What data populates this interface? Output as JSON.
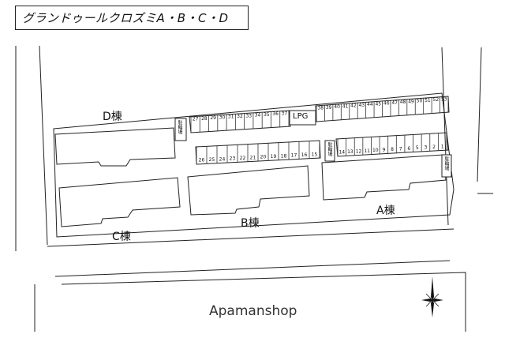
{
  "title": "グランドゥールクロズミA・B・C・D",
  "buildings": {
    "d": "D棟",
    "c": "C棟",
    "b": "B棟",
    "a": "A棟"
  },
  "lpg_label": "LPG",
  "bicycle_parking_label": "駐輪場",
  "parking": {
    "row_top_left": [
      "27",
      "28",
      "29",
      "30",
      "31",
      "32",
      "33",
      "34",
      "35",
      "36",
      "37"
    ],
    "row_top_right": [
      "38",
      "39",
      "40",
      "41",
      "42",
      "43",
      "44",
      "45",
      "46",
      "47",
      "48",
      "49",
      "50",
      "51",
      "52",
      "53"
    ],
    "row_mid_left": [
      "26",
      "25",
      "24",
      "23",
      "22",
      "21",
      "20",
      "19",
      "18",
      "17",
      "16",
      "15"
    ],
    "row_mid_right": [
      "14",
      "13",
      "12",
      "11",
      "10",
      "9",
      "8",
      "7",
      "6",
      "5",
      "3",
      "2",
      "1"
    ]
  },
  "watermark": "Apamanshop",
  "compass_icon": "north-arrow-icon"
}
